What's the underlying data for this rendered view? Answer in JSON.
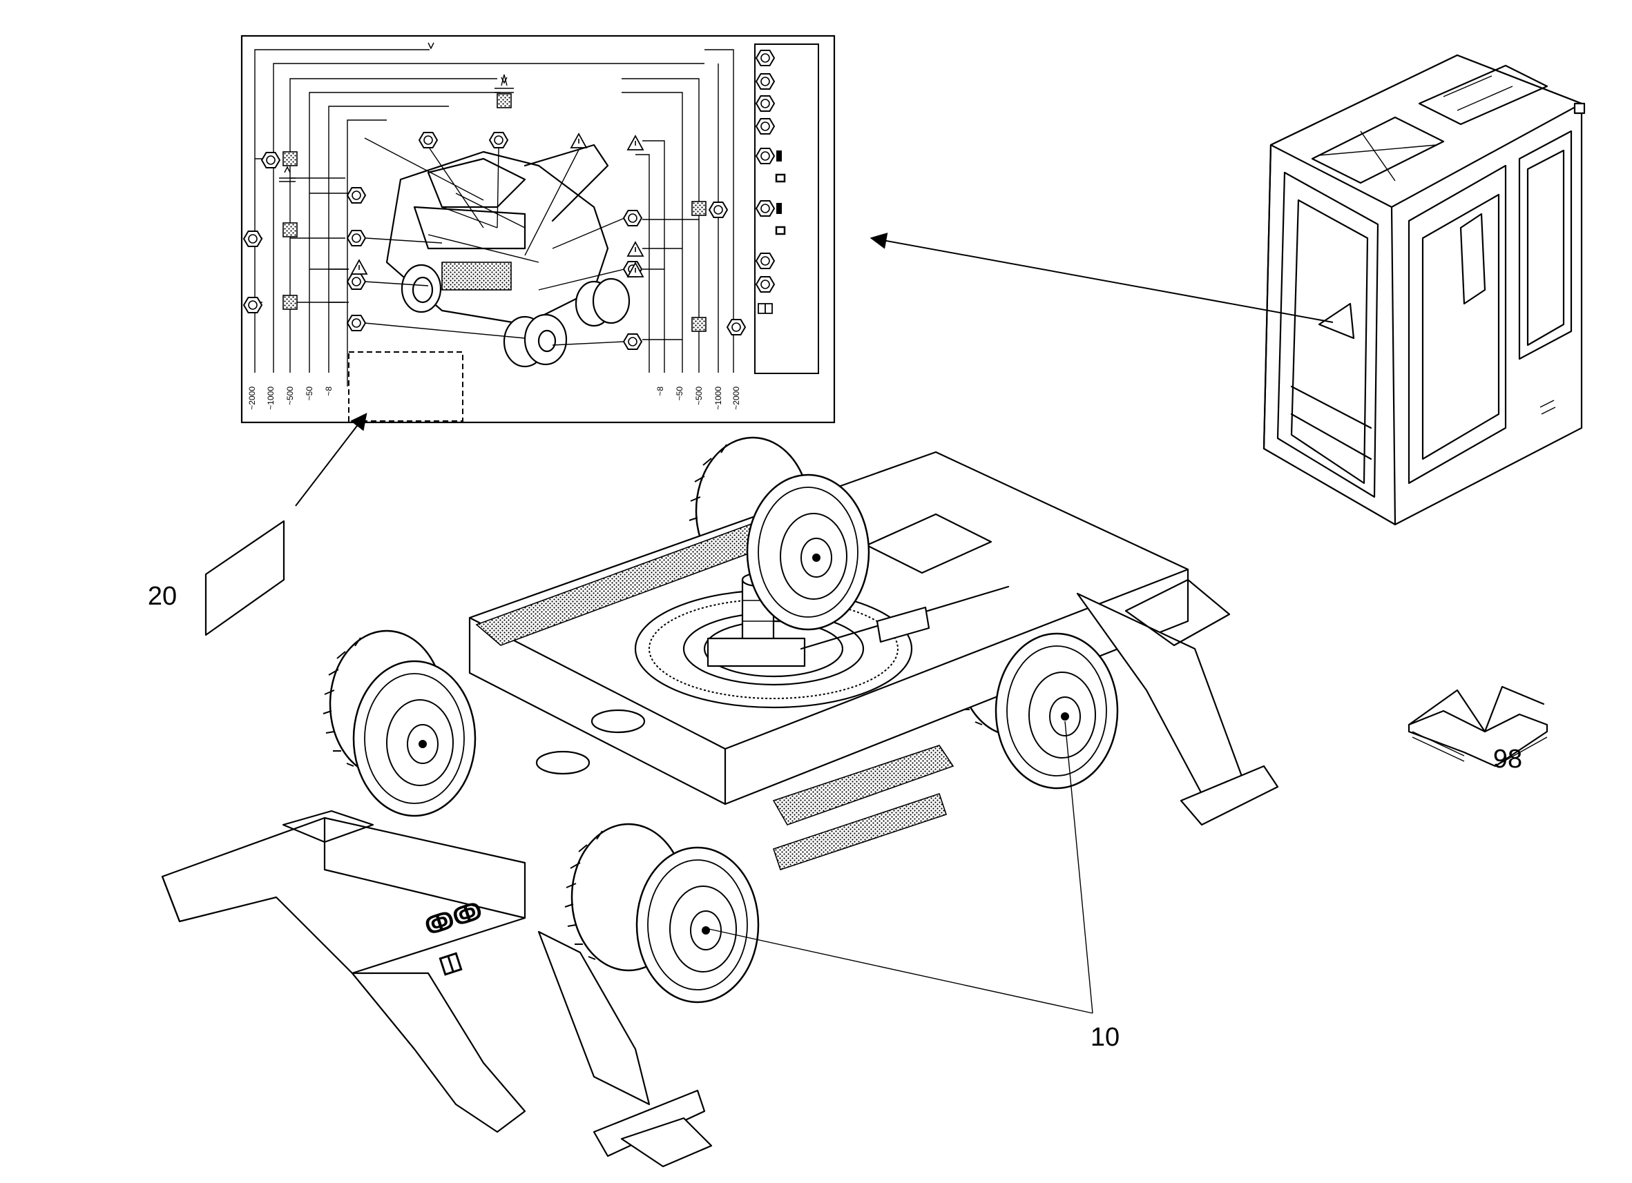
{
  "callouts": {
    "decal_sheet": "20",
    "wheels": "10",
    "manual": "98"
  },
  "lube_chart": {
    "scale_left": [
      "~2000",
      "~1000",
      "~500",
      "~50",
      "~8"
    ],
    "scale_right": [
      "~8",
      "~50",
      "~500",
      "~1000",
      "~2000"
    ]
  },
  "colors": {
    "line": "#000000",
    "background": "#ffffff"
  }
}
